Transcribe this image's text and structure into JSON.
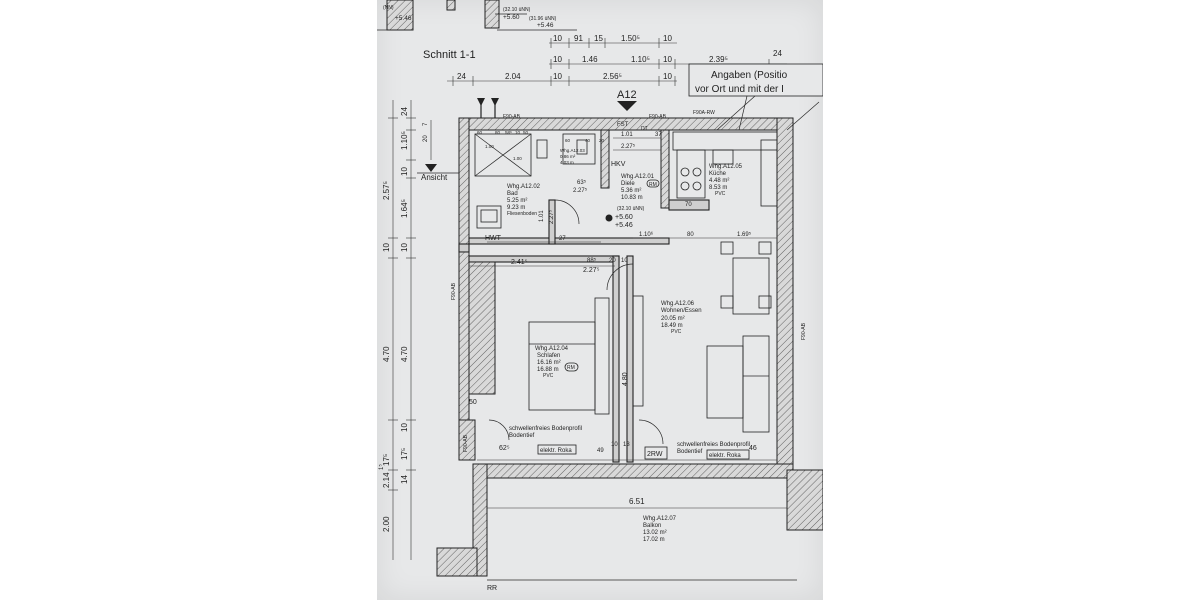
{
  "colors": {
    "paper": "#e7e8e9",
    "line": "#222222",
    "background": "#ffffff"
  },
  "header": {
    "section": "Schnitt 1-1",
    "unit_code": "A12",
    "note_line1": "Angaben (Positio",
    "note_line2": "vor Ort und mit der I"
  },
  "levels": {
    "top_nn": "(NN)",
    "top_value": "+5.46",
    "l1": "(32.10 üNN)",
    "l2": "+5.60",
    "l3": "(31.96 üNN)",
    "l4": "+5.46",
    "hall_nn": "(32.10 üNN)",
    "hall_v1": "+5.60",
    "hall_v2": "+5.46"
  },
  "top_dims": {
    "row1": [
      "10",
      "91",
      "15",
      "1.50⁵",
      "10"
    ],
    "row2": [
      "10",
      "1.46",
      "1.10⁵",
      "10",
      "2.39⁵",
      "24"
    ],
    "row3": [
      "24",
      "2.04",
      "10",
      "2.56⁵",
      "10"
    ]
  },
  "left_dims": {
    "outer": [
      "2.57⁵",
      "10",
      "4.70",
      "17⁵",
      "2.14",
      "2.00"
    ],
    "inner": [
      "24",
      "1.10⁵",
      "10",
      "1.64⁵",
      "10",
      "4.70",
      "10",
      "17⁵",
      "14"
    ],
    "small": [
      "20",
      "7",
      "1⁵"
    ],
    "view_label": "Ansicht",
    "fire_left": "F90-AB",
    "fire_left2": "F90-AB"
  },
  "fire_labels": {
    "top_left": "F90-AB",
    "top_mid": "F90-AB",
    "top_right": "F90A-RW",
    "right": "F90-AB",
    "fst": "FST"
  },
  "rooms": {
    "bath": {
      "id": "Whg.A12.02",
      "name": "Bad",
      "area": "5.25 m²",
      "perimeter": "9.23 m",
      "floor": "Fliesenboden"
    },
    "wc": {
      "id": "Whg.A12.03",
      "area": "0.86 m²",
      "perimeter": "4.03 m"
    },
    "hall": {
      "id": "Whg.A12.01",
      "name": "Diele",
      "area": "5.36 m²",
      "perimeter": "10.83 m",
      "badge": "RM"
    },
    "kitchen": {
      "id": "Whg.A12.05",
      "name": "Küche",
      "area": "4.48 m²",
      "perimeter": "8.53 m",
      "floor": "PVC"
    },
    "living": {
      "id": "Whg.A12.06",
      "name": "Wohnen/Essen",
      "area": "20.05 m²",
      "perimeter": "18.49 m",
      "floor": "PVC"
    },
    "bedroom": {
      "id": "Whg.A12.04",
      "name": "Schlafen",
      "area": "16.16 m²",
      "perimeter": "16.88 m",
      "floor": "PVC",
      "badge": "RM"
    },
    "balcony": {
      "id": "Whg.A12.07",
      "name": "Balkon",
      "area": "13.02 m²",
      "perimeter": "17.02 m"
    }
  },
  "inner_dims": {
    "hall_w": "2.27⁵",
    "hall_1_01": "1.01",
    "dt": "DT",
    "d37": "37",
    "hkv": "HKV",
    "d63": "63⁵",
    "d2_27": "2.27⁵",
    "d1_01": "1.01",
    "d2_27v": "2.27⁵",
    "hwt": "HWT",
    "d27": "27",
    "d1_10": "1.10⁶",
    "d80": "80",
    "d1_69": "1.69⁵",
    "d70": "70",
    "d2_41": "2.41⁵",
    "d88": "88⁵",
    "d20": "20",
    "d10": "10",
    "d2_27b": "2.27⁵",
    "d50": "50",
    "d4_80": "4.80",
    "d62": "62⁵",
    "d49": "49",
    "d10b": "10",
    "d13": "13",
    "d46": "46",
    "bath_small": [
      "60",
      "1.00",
      "80",
      "58⁶",
      "10",
      "1.00",
      "60",
      "40",
      "50",
      "20"
    ]
  },
  "door_notes": {
    "bed_line1": "schwellenfreies Bodenprofil",
    "bed_line2": "Bodentief",
    "bed_line3": "elektr. Roka",
    "liv_line1": "schwellenfreies Bodenprofil",
    "liv_line2": "Bodentief",
    "liv_line3": "elektr. Roka",
    "rw": "2RW"
  },
  "balcony_width": "6.51",
  "rr": "RR"
}
